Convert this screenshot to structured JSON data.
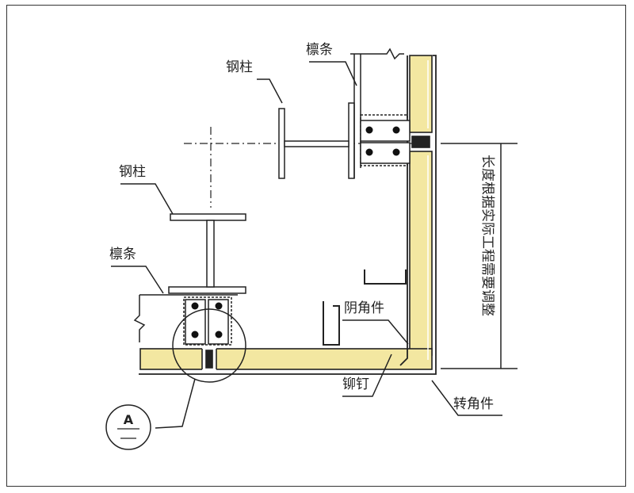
{
  "labels": {
    "column_upper": "钢柱",
    "purlin_upper": "檩条",
    "column_left": "钢柱",
    "purlin_left": "檩条",
    "inner_corner": "阴角件",
    "rivet": "铆钉",
    "outer_corner": "转角件",
    "length_note": "长度根据实际工程需要调整",
    "detail_mark": "A"
  },
  "colors": {
    "panel_fill": "#f3e7a1",
    "line": "#222222"
  }
}
